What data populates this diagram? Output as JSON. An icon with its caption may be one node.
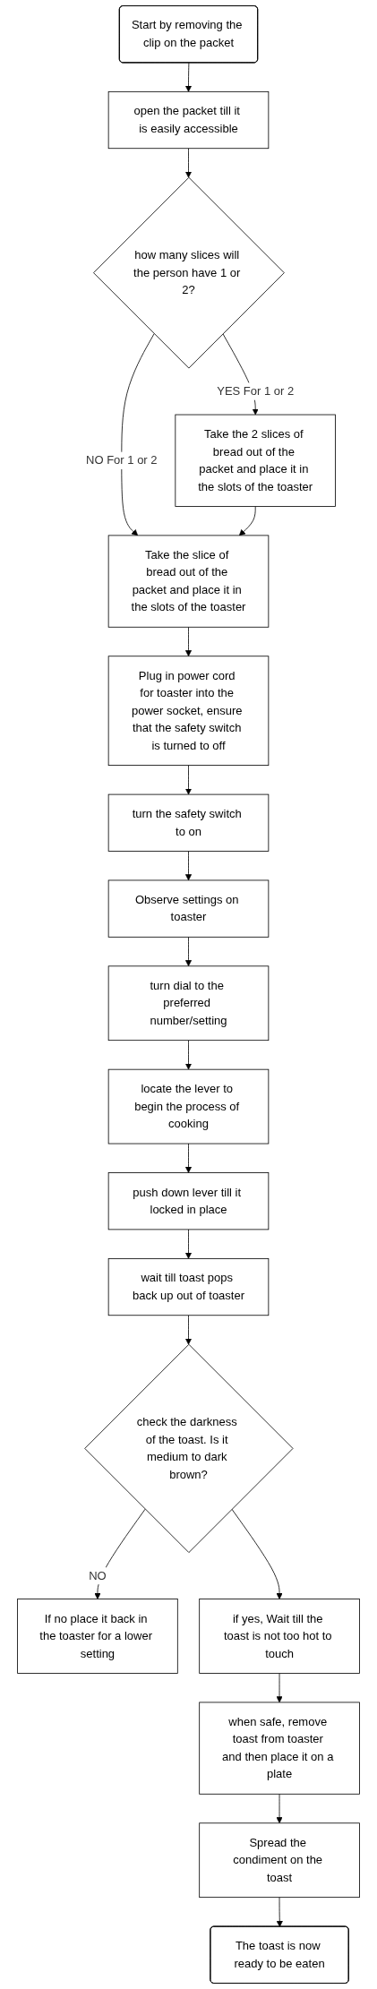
{
  "diagram": {
    "nodes": [
      {
        "text": [
          "Start by removing the clip on the packet"
        ]
      },
      {
        "text": [
          "open the packet till it is easily accessible"
        ]
      },
      {
        "text": [
          "how many slices will the person have 1 or 2?"
        ]
      },
      {
        "text": [
          "Take the 2 slices of bread out of the packet and place it in the slots of the toaster"
        ]
      },
      {
        "text": [
          "Take the slice of bread out of the packet and place it in the slots of the toaster"
        ]
      },
      {
        "text": [
          "Plug in power cord for toaster into the power socket, ensure that the safety switch is turned to off"
        ]
      },
      {
        "text": [
          "turn the safety switch to on"
        ]
      },
      {
        "text": [
          "Observe settings on toaster"
        ]
      },
      {
        "text": [
          "turn dial to the preferred number/setting"
        ]
      },
      {
        "text": [
          "locate the lever to begin the process of cooking"
        ]
      },
      {
        "text": [
          "push down lever till it locked in place"
        ]
      },
      {
        "text": [
          "wait till toast pops back up out of toaster"
        ]
      },
      {
        "text": [
          "check the darkness of the toast. Is it medium to dark brown?"
        ]
      },
      {
        "text": [
          "If no place it back in the toaster for a lower setting"
        ]
      },
      {
        "text": [
          "if yes, Wait till the toast is not too hot to touch"
        ]
      },
      {
        "text": [
          "when safe, remove toast from toaster and then place it on a plate"
        ]
      },
      {
        "text": [
          "Spread the condiment on the toast"
        ]
      },
      {
        "text": [
          "The toast is now ready to be eaten"
        ]
      }
    ],
    "edges": [
      {
        "from": 0,
        "to": 1,
        "arrow": "to"
      },
      {
        "from": 1,
        "to": 2,
        "arrow": "to"
      },
      {
        "from": 2,
        "to": 3,
        "arrow": "to",
        "label": "YES For 1 or 2"
      },
      {
        "from": 2,
        "to": 4,
        "arrow": "to",
        "label": "NO For 1 or 2"
      },
      {
        "from": 3,
        "to": 4,
        "arrow": "to"
      },
      {
        "from": 4,
        "to": 5,
        "arrow": "to"
      },
      {
        "from": 5,
        "to": 6,
        "arrow": "to"
      },
      {
        "from": 6,
        "to": 7,
        "arrow": "to"
      },
      {
        "from": 7,
        "to": 8,
        "arrow": "to"
      },
      {
        "from": 8,
        "to": 9,
        "arrow": "to"
      },
      {
        "from": 9,
        "to": 10,
        "arrow": "to"
      },
      {
        "from": 10,
        "to": 11,
        "arrow": "to"
      },
      {
        "from": 11,
        "to": 12,
        "arrow": "to"
      },
      {
        "from": 12,
        "to": 13,
        "arrow": "to",
        "label": "NO"
      },
      {
        "from": 12,
        "to": 14,
        "arrow": "to"
      },
      {
        "from": 14,
        "to": 15,
        "arrow": "to"
      },
      {
        "from": 15,
        "to": 16,
        "arrow": "to"
      },
      {
        "from": 16,
        "to": 17,
        "arrow": "to"
      }
    ]
  }
}
